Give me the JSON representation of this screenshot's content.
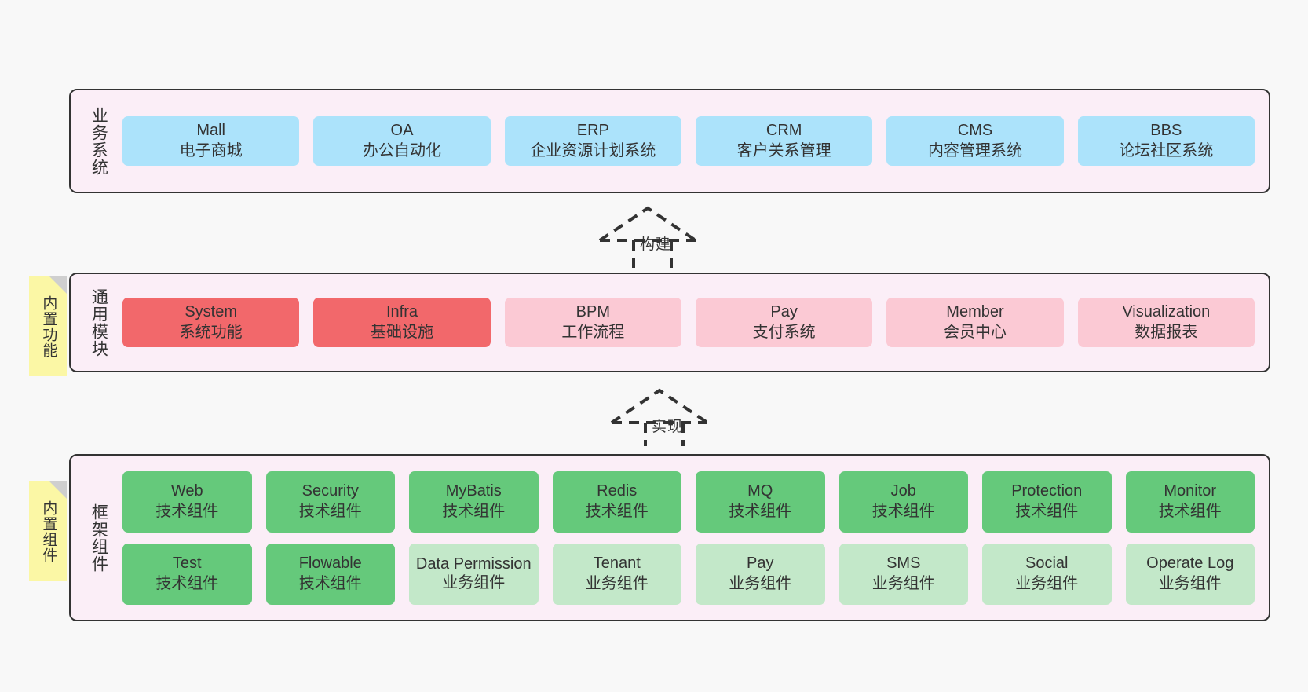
{
  "diagram": {
    "background_color": "#f8f8f8",
    "panel_color": "#fbeef7",
    "panel_border_color": "#333333",
    "note_color": "#fbf7a5"
  },
  "layers": [
    {
      "title": "业务系统",
      "rows": [
        {
          "nodes": [
            {
              "name": "Mall",
              "desc": "电子商城",
              "color": "#ace3fb"
            },
            {
              "name": "OA",
              "desc": "办公自动化",
              "color": "#ace3fb"
            },
            {
              "name": "ERP",
              "desc": "企业资源计划系统",
              "color": "#ace3fb"
            },
            {
              "name": "CRM",
              "desc": "客户关系管理",
              "color": "#ace3fb"
            },
            {
              "name": "CMS",
              "desc": "内容管理系统",
              "color": "#ace3fb"
            },
            {
              "name": "BBS",
              "desc": "论坛社区系统",
              "color": "#ace3fb"
            }
          ]
        }
      ]
    },
    {
      "title": "通用模块",
      "note": "内置功能",
      "rows": [
        {
          "nodes": [
            {
              "name": "System",
              "desc": "系统功能",
              "color": "#f2686b"
            },
            {
              "name": "Infra",
              "desc": "基础设施",
              "color": "#f2686b"
            },
            {
              "name": "BPM",
              "desc": "工作流程",
              "color": "#fbc9d4"
            },
            {
              "name": "Pay",
              "desc": "支付系统",
              "color": "#fbc9d4"
            },
            {
              "name": "Member",
              "desc": "会员中心",
              "color": "#fbc9d4"
            },
            {
              "name": "Visualization",
              "desc": "数据报表",
              "color": "#fbc9d4"
            }
          ]
        }
      ]
    },
    {
      "title": "框架组件",
      "note": "内置组件",
      "rows": [
        {
          "nodes": [
            {
              "name": "Web",
              "desc": "技术组件",
              "color": "#65c97b"
            },
            {
              "name": "Security",
              "desc": "技术组件",
              "color": "#65c97b"
            },
            {
              "name": "MyBatis",
              "desc": "技术组件",
              "color": "#65c97b"
            },
            {
              "name": "Redis",
              "desc": "技术组件",
              "color": "#65c97b"
            },
            {
              "name": "MQ",
              "desc": "技术组件",
              "color": "#65c97b"
            },
            {
              "name": "Job",
              "desc": "技术组件",
              "color": "#65c97b"
            },
            {
              "name": "Protection",
              "desc": "技术组件",
              "color": "#65c97b"
            },
            {
              "name": "Monitor",
              "desc": "技术组件",
              "color": "#65c97b"
            }
          ]
        },
        {
          "nodes": [
            {
              "name": "Test",
              "desc": "技术组件",
              "color": "#65c97b"
            },
            {
              "name": "Flowable",
              "desc": "技术组件",
              "color": "#65c97b"
            },
            {
              "name": "Data Permission",
              "desc": "业务组件",
              "color": "#c3e8c9",
              "wrap": true
            },
            {
              "name": "Tenant",
              "desc": "业务组件",
              "color": "#c3e8c9"
            },
            {
              "name": "Pay",
              "desc": "业务组件",
              "color": "#c3e8c9"
            },
            {
              "name": "SMS",
              "desc": "业务组件",
              "color": "#c3e8c9"
            },
            {
              "name": "Social",
              "desc": "业务组件",
              "color": "#c3e8c9"
            },
            {
              "name": "Operate Log",
              "desc": "业务组件",
              "color": "#c3e8c9"
            }
          ]
        }
      ]
    }
  ],
  "connectors": [
    {
      "label": "构建",
      "style": "dashed-generalization"
    },
    {
      "label": "实现",
      "style": "dashed-generalization"
    }
  ]
}
